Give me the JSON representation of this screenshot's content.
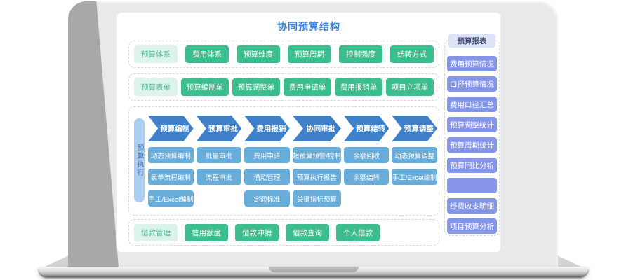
{
  "title": "协同预算结构",
  "sections": {
    "system": {
      "label": "预算体系",
      "items": [
        "费用体系",
        "预算维度",
        "预算周期",
        "控制强度",
        "结转方式"
      ]
    },
    "forms": {
      "label": "预算表单",
      "items": [
        "预算编制单",
        "预算调整单",
        "费用申请单",
        "费用报销单",
        "项目立项单"
      ]
    },
    "loan": {
      "label": "借款管理",
      "items": [
        "信用额度",
        "借款冲销",
        "借款查询",
        "个人借款"
      ]
    }
  },
  "execution": {
    "label": "预算执行",
    "columns": [
      {
        "step": "预算编制",
        "items": [
          "动态预算编制",
          "表单流程编制",
          "手工/Excel编制"
        ]
      },
      {
        "step": "预算审批",
        "items": [
          "批量审批",
          "流程审批"
        ]
      },
      {
        "step": "费用报销",
        "items": [
          "费用申请",
          "借款管理",
          "定额标准"
        ]
      },
      {
        "step": "协同审批",
        "items": [
          "超预算预警/控制",
          "预算执行报告",
          "关键指标预算"
        ]
      },
      {
        "step": "预算结转",
        "items": [
          "余额回收",
          "余额结转"
        ]
      },
      {
        "step": "预算调整",
        "items": [
          "动态预算调整",
          "手工/Excel编制"
        ]
      }
    ]
  },
  "sidebar": {
    "header": "预算报表",
    "items": [
      "费用预算情况",
      "口径预算情况",
      "费用口径汇总",
      "预算调整统计",
      "预算周期统计",
      "预算同比分析",
      "",
      "经费收支明细",
      "项目预算分析"
    ]
  },
  "colors": {
    "title_blue": "#3A86DF",
    "chip_green": "#3CBD8D",
    "label_green_bg": "#DCF3E9",
    "label_green_text": "#4FBE95",
    "flow_arrow_blue": "#3E80C9",
    "flow_chip_blue": "#68ACD9",
    "exec_tab_bg": "#ABCFF2",
    "exec_tab_text": "#3B70AE",
    "sidebar_chip": "#8394E9",
    "sidebar_header_bg": "#DEE2F7",
    "sidebar_header_text": "#3C486E"
  }
}
